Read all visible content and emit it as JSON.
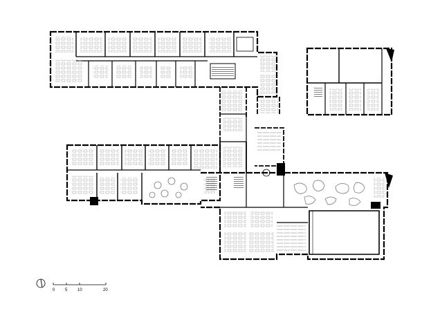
{
  "drawing": {
    "type": "architectural floor plan",
    "line_color": "#000000",
    "background_color": "#ffffff",
    "furniture_color": "#8a8a8a"
  },
  "legend": {
    "north_arrow_icon": "north-arrow-icon",
    "scale_bar": {
      "labels": [
        "0",
        "5",
        "10",
        "20"
      ]
    }
  }
}
